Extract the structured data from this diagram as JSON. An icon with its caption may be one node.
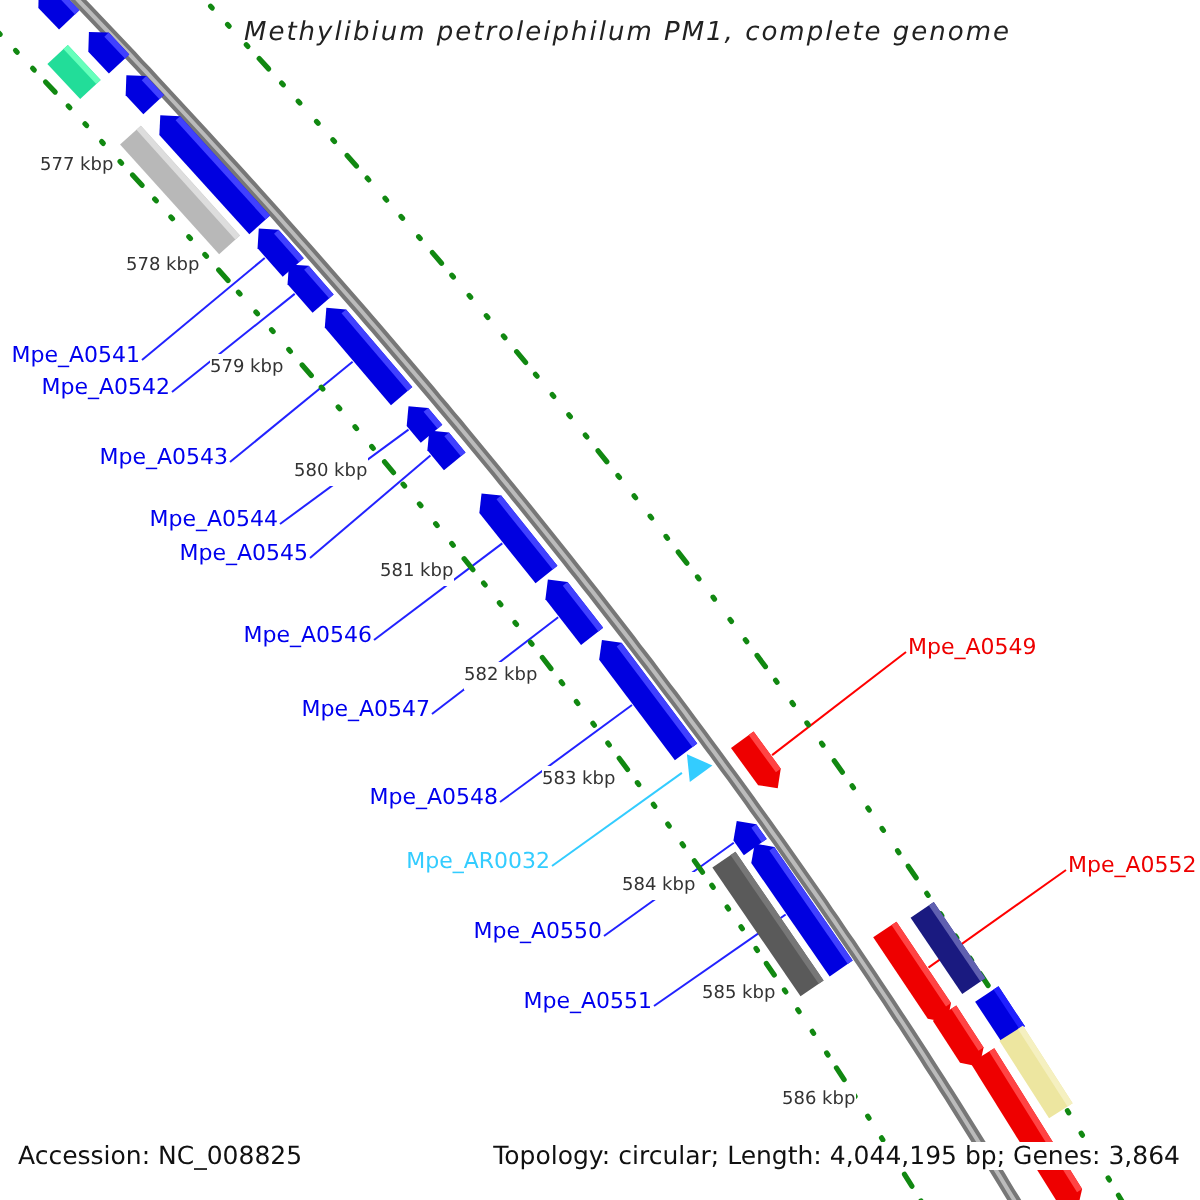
{
  "diagram": {
    "title": "Methylibium petroleiphilum PM1, complete genome",
    "nodes": [
      {
        "text": [
          "Mpe_A0541"
        ]
      },
      {
        "text": [
          "Mpe_A0542"
        ]
      },
      {
        "text": [
          "Mpe_A0543"
        ]
      },
      {
        "text": [
          "Mpe_A0544"
        ]
      },
      {
        "text": [
          "Mpe_A0545"
        ]
      },
      {
        "text": [
          "Mpe_A0546"
        ]
      },
      {
        "text": [
          "Mpe_A0549"
        ]
      },
      {
        "text": [
          "Mpe_A0547"
        ]
      },
      {
        "text": [
          "Mpe_A0548"
        ]
      },
      {
        "text": [
          "Mpe_AR0032"
        ]
      },
      {
        "text": [
          "Mpe_A0552"
        ]
      },
      {
        "text": [
          "Mpe_A0550"
        ]
      },
      {
        "text": [
          "Mpe_A0551"
        ]
      },
      {
        "text": [],
        "shape": "arrow"
      },
      {
        "text": [],
        "shape": "arrow"
      },
      {
        "text": [],
        "shape": "bar"
      },
      {
        "text": [],
        "shape": "arrow"
      },
      {
        "text": [],
        "shape": "arrow"
      },
      {
        "text": [],
        "shape": "bar"
      },
      {
        "text": [],
        "shape": "arrow"
      },
      {
        "text": [],
        "shape": "arrow"
      },
      {
        "text": [],
        "shape": "arrow"
      },
      {
        "text": [],
        "shape": "arrow"
      },
      {
        "text": [],
        "shape": "arrow"
      },
      {
        "text": [],
        "shape": "arrow"
      },
      {
        "text": [],
        "shape": "arrow"
      },
      {
        "text": [],
        "shape": "arrow"
      },
      {
        "text": [],
        "shape": "arrow"
      },
      {
        "text": [],
        "shape": "arrow"
      },
      {
        "text": [],
        "shape": "arrow"
      },
      {
        "text": [],
        "shape": "arrow"
      },
      {
        "text": [],
        "shape": "bar"
      },
      {
        "text": [],
        "shape": "bar"
      },
      {
        "text": [],
        "shape": "arrow"
      },
      {
        "text": [],
        "shape": "bar"
      },
      {
        "text": [],
        "shape": "arrow"
      },
      {
        "text": [],
        "shape": "bar"
      },
      {
        "text": [],
        "shape": "arrow"
      }
    ],
    "edges": [
      {
        "from": 0,
        "to": 19,
        "arrow": "none"
      },
      {
        "from": 1,
        "to": 20,
        "arrow": "none"
      },
      {
        "from": 2,
        "to": 21,
        "arrow": "none"
      },
      {
        "from": 3,
        "to": 22,
        "arrow": "none"
      },
      {
        "from": 4,
        "to": 23,
        "arrow": "none"
      },
      {
        "from": 5,
        "to": 24,
        "arrow": "none"
      },
      {
        "from": 6,
        "to": 28,
        "arrow": "none",
        "color": "#ff0000"
      },
      {
        "from": 7,
        "to": 25,
        "arrow": "none"
      },
      {
        "from": 8,
        "to": 26,
        "arrow": "none"
      },
      {
        "from": 9,
        "to": 27,
        "arrow": "none",
        "color": "#33ccff"
      },
      {
        "from": 10,
        "to": 33,
        "arrow": "none",
        "color": "#ff0000"
      },
      {
        "from": 11,
        "to": 29,
        "arrow": "none"
      },
      {
        "from": 12,
        "to": 30,
        "arrow": "none"
      }
    ],
    "labels": [
      "577 kbp",
      "578 kbp",
      "579 kbp",
      "580 kbp",
      "581 kbp",
      "582 kbp",
      "583 kbp",
      "584 kbp",
      "585 kbp",
      "586 kbp",
      "Accession: NC_008825",
      "Topology: circular; Length: 4,044,195 bp; Genes: 3,864"
    ]
  }
}
